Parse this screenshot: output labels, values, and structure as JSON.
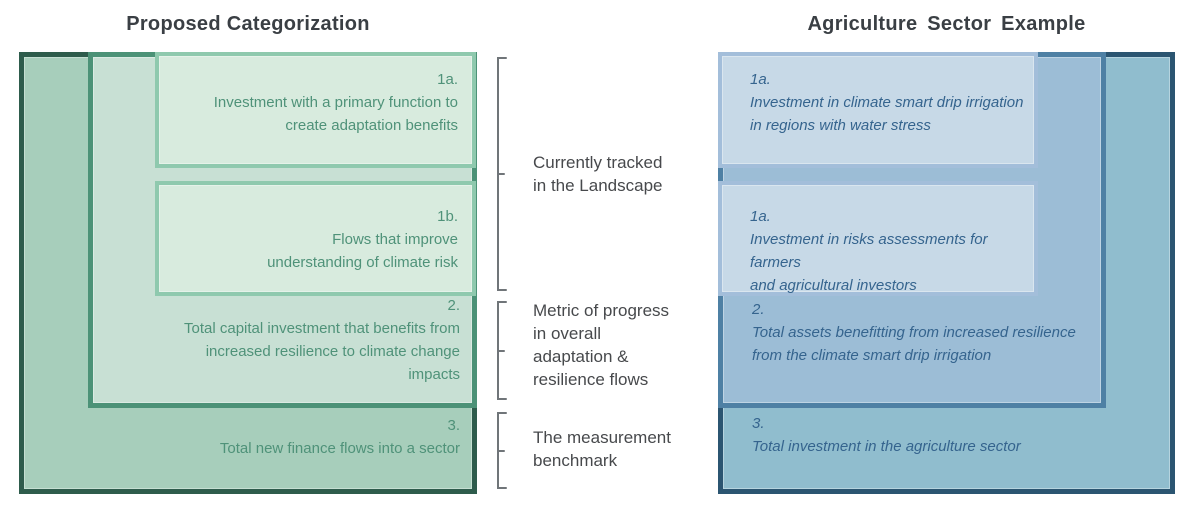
{
  "left_panel": {
    "title": "Proposed Categorization",
    "box_1a": "1a.\nInvestment with a primary function to\ncreate adaptation benefits",
    "box_1b": "1b.\nFlows that improve\nunderstanding of climate risk",
    "box_2": "2.\nTotal capital investment that benefits from\nincreased resilience to climate change\nimpacts",
    "box_3": "3.\nTotal new finance flows into a sector"
  },
  "middle_labels": {
    "label_1": "Currently tracked\nin the Landscape",
    "label_2": "Metric of progress\nin overall\nadaptation &\nresilience flows",
    "label_3": "The measurement\nbenchmark"
  },
  "right_panel": {
    "title": "Agriculture Sector Example",
    "box_1a_first": "1a.\nInvestment in climate smart drip irrigation\nin regions with water stress",
    "box_1a_second": "1a.\nInvestment in risks assessments for farmers\nand agricultural investors",
    "box_2": "2.\nTotal assets benefitting from increased resilience\nfrom the climate smart drip irrigation",
    "box_3": "3.\nTotal investment in the agriculture sector"
  },
  "colors": {
    "left_outer_border": "#2E5C4C",
    "left_outer_fill": "#A7CEBB",
    "left_mid_border": "#4C9277",
    "left_mid_fill": "#C8E0D4",
    "left_inner_border": "#8FC9AE",
    "left_inner_fill": "#D8EBDE",
    "left_text": "#4F9279",
    "right_outer_border": "#2B5571",
    "right_outer_fill": "#90BDCE",
    "right_mid_border": "#4E80A4",
    "right_mid_fill": "#9CBDD6",
    "right_inner_border": "#A3BEDA",
    "right_inner_fill": "#C7D9E7",
    "right_text": "#35648E",
    "bracket": "#707579",
    "label_text": "#47494C",
    "title_text": "#3A3F44"
  }
}
